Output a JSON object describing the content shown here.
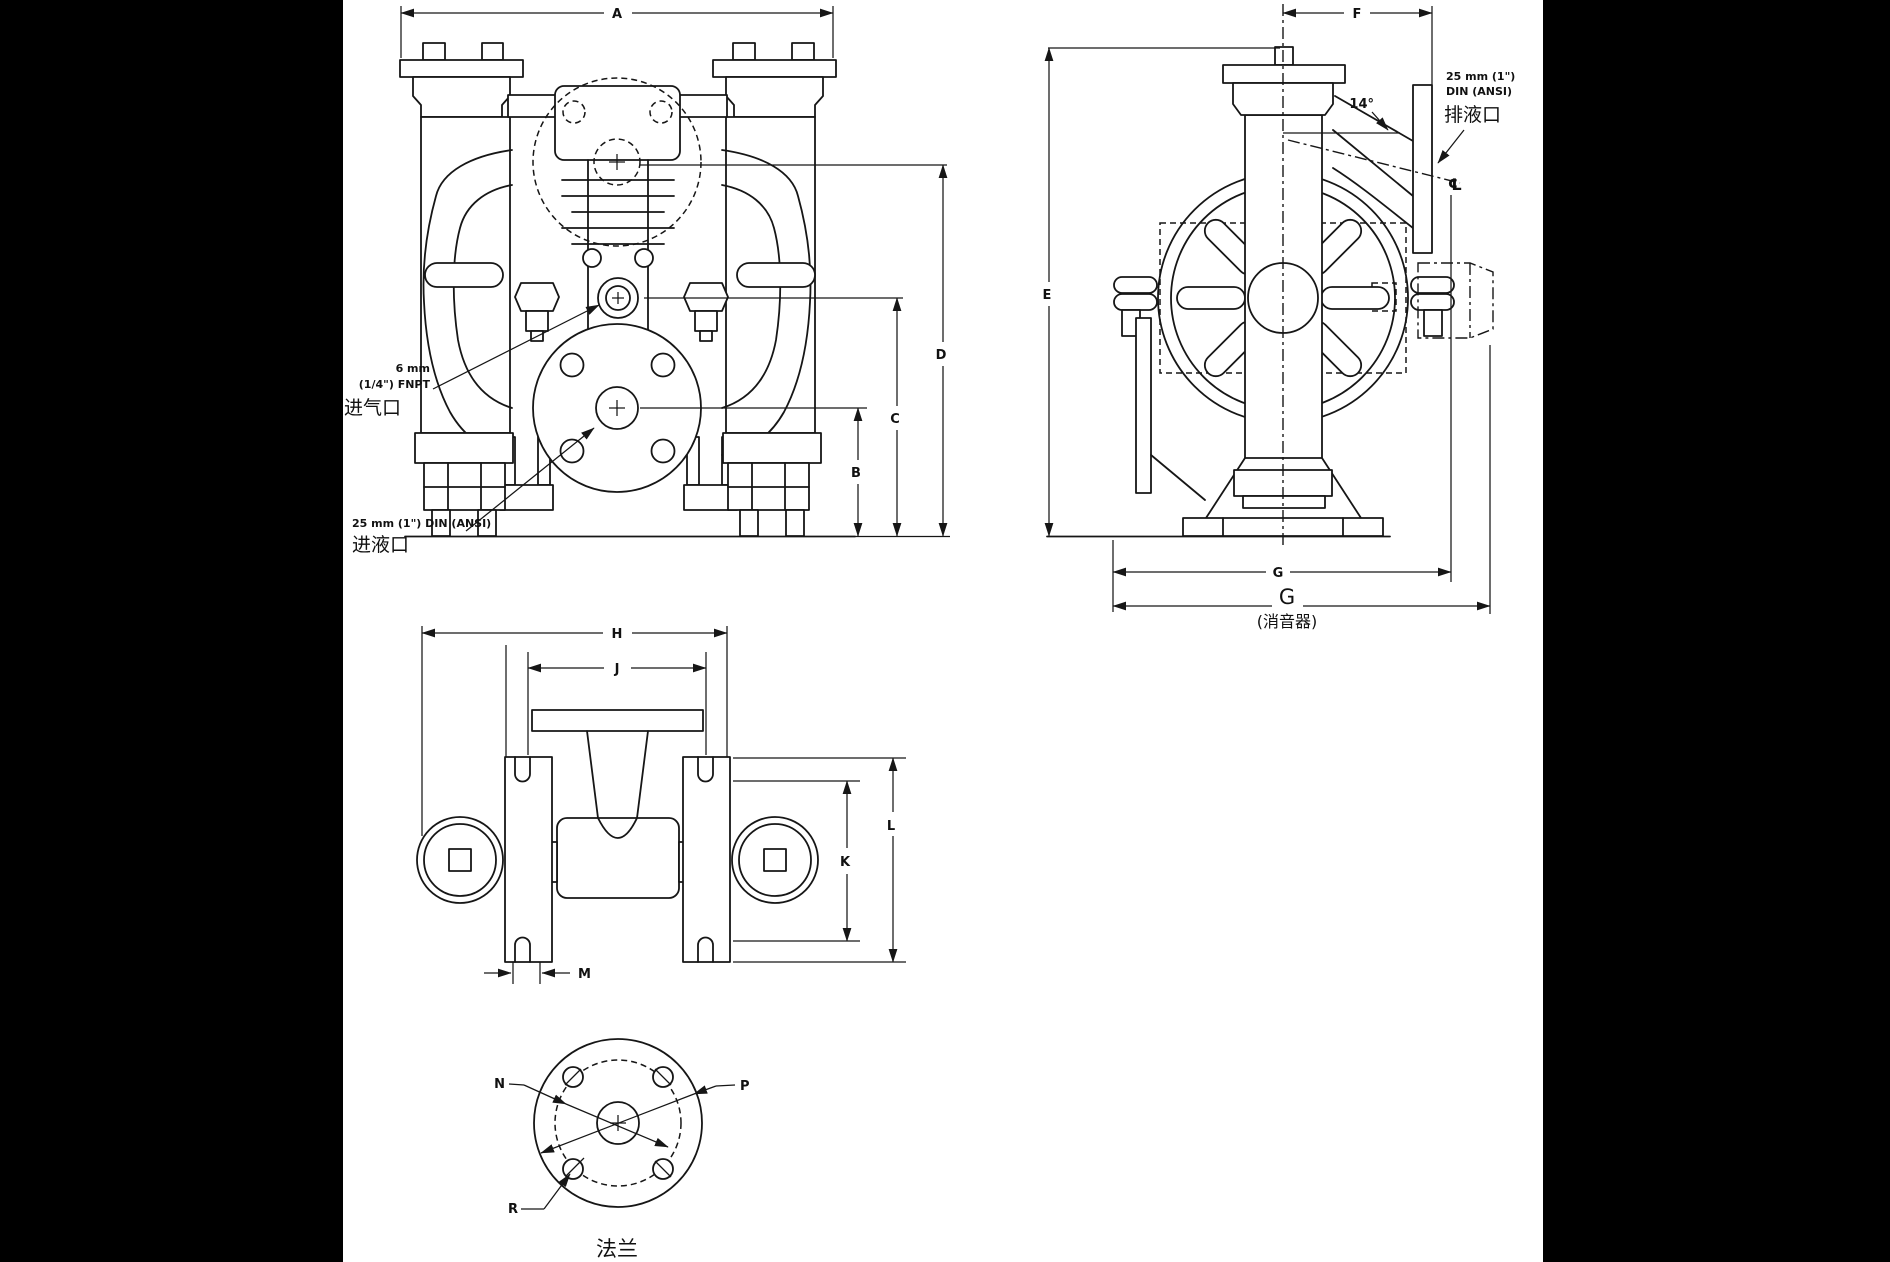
{
  "drawing": {
    "colors": {
      "line": "#161616",
      "background": "#ffffff",
      "letterbox": "#000000"
    },
    "dim_labels": {
      "A": "A",
      "B": "B",
      "C": "C",
      "D": "D",
      "E": "E",
      "F": "F",
      "G1": "G",
      "G2": "G",
      "H": "H",
      "J": "J",
      "K": "K",
      "L": "L",
      "M": "M",
      "N": "N",
      "P": "P",
      "R": "R"
    },
    "front_view": {
      "air_inlet": {
        "size": "6 mm",
        "thread": "(1/4\") FNPT",
        "name_cn": "进气口"
      },
      "liquid_inlet": {
        "size": "25 mm (1\") DIN (ANSI)",
        "name_cn": "进液口"
      }
    },
    "side_view": {
      "discharge": {
        "size": "25 mm (1\")",
        "standard": "DIN (ANSI)",
        "name_cn": "排液口"
      },
      "angle": "14°",
      "centerline_symbol": "℄",
      "muffler_note": "(消音器)"
    },
    "flange_view": {
      "caption": "法兰"
    }
  }
}
